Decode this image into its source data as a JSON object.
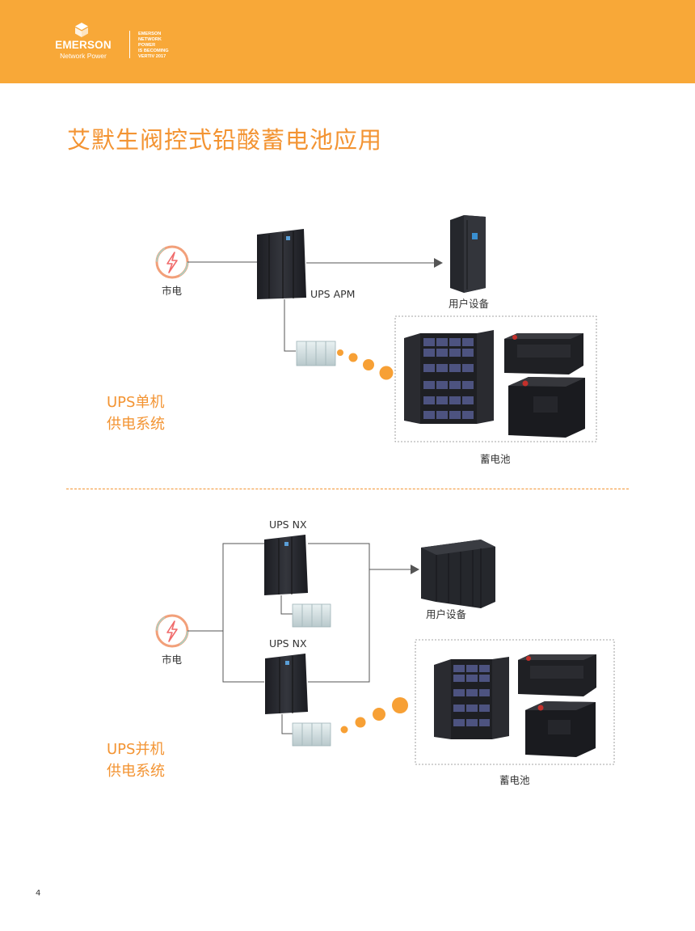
{
  "header": {
    "logo_name": "EMERSON",
    "logo_sub": "Network Power",
    "vertiv_lines": [
      "EMERSON",
      "NETWORK",
      "POWER",
      "IS BECOMING",
      "VERTIV 2017"
    ],
    "background_color": "#f8a838"
  },
  "page_title": "艾默生阀控式铅酸蓄电池应用",
  "accent_color": "#f39433",
  "single_system": {
    "mains_label": "市电",
    "ups_label": "UPS APM",
    "load_label": "用户设备",
    "battery_label": "蓄电池",
    "system_title_line1": "UPS单机",
    "system_title_line2": "供电系统"
  },
  "parallel_system": {
    "ups1_label": "UPS NX",
    "ups2_label": "UPS NX",
    "load_label": "用户设备",
    "mains_label": "市电",
    "battery_label": "蓄电池",
    "system_title_line1": "UPS并机",
    "system_title_line2": "供电系统"
  },
  "icons": [
    "emerson-logo-icon",
    "power-lightning-icon",
    "arrow-right-icon"
  ],
  "page_number": "4"
}
